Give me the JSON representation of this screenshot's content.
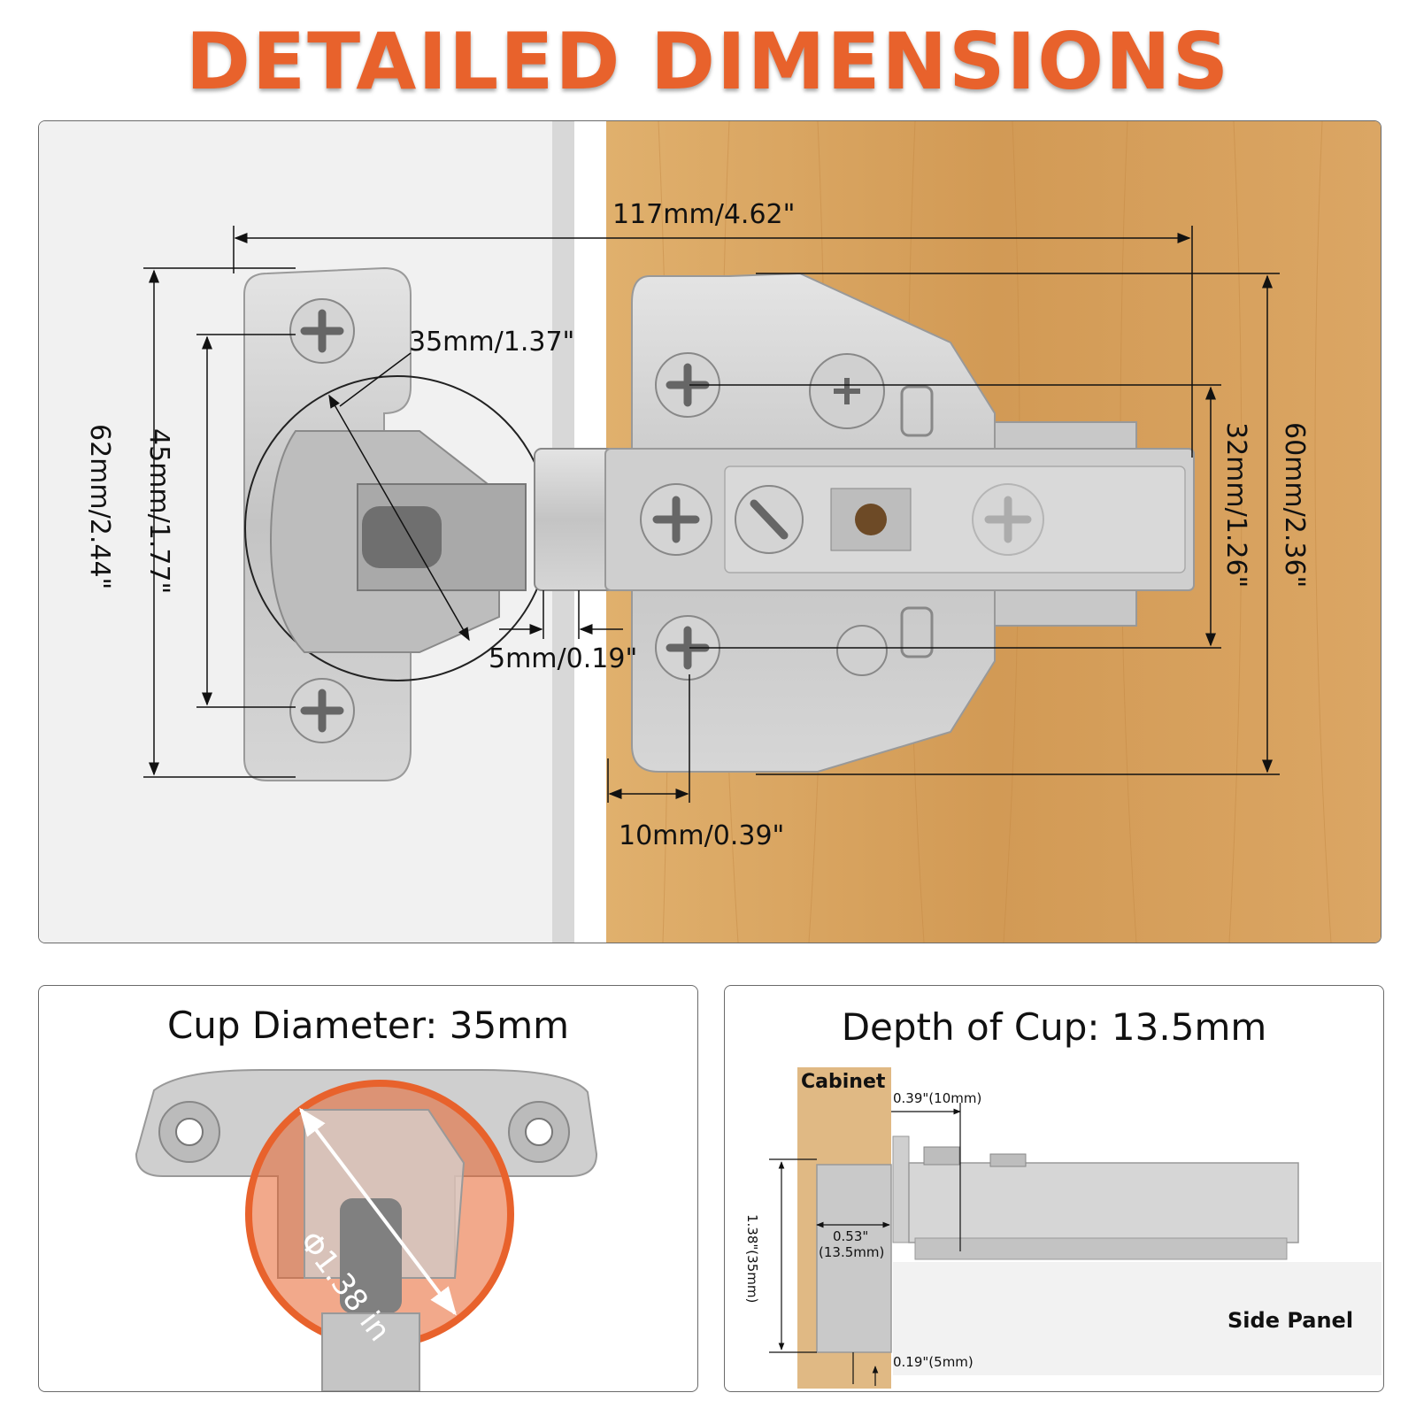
{
  "title": "DETAILED DIMENSIONS",
  "colors": {
    "accent": "#e8622c",
    "wood": "#d9a565",
    "metal": "#c9c9c9"
  },
  "main_diagram": {
    "overall_length": "117mm/4.62\"",
    "cup_diameter": "35mm/1.37\"",
    "plate_height": "62mm/2.44\"",
    "screw_spacing": "45mm/1.77\"",
    "edge_gap": "5mm/0.19\"",
    "mount_offset": "10mm/0.39\"",
    "mount_screw_spacing": "32mm/1.26\"",
    "mount_height": "60mm/2.36\""
  },
  "cup_panel": {
    "title": "Cup Diameter: 35mm",
    "diameter_label": "Φ1.38 in"
  },
  "depth_panel": {
    "title": "Depth of Cup: 13.5mm",
    "cabinet_label": "Cabinet",
    "side_panel_label": "Side Panel",
    "offset_label": "0.39\"(10mm)",
    "depth_label_in": "0.53\"",
    "depth_label_mm": "(13.5mm)",
    "cup_label": "1.38\"(35mm)",
    "edge_label": "0.19\"(5mm)"
  }
}
